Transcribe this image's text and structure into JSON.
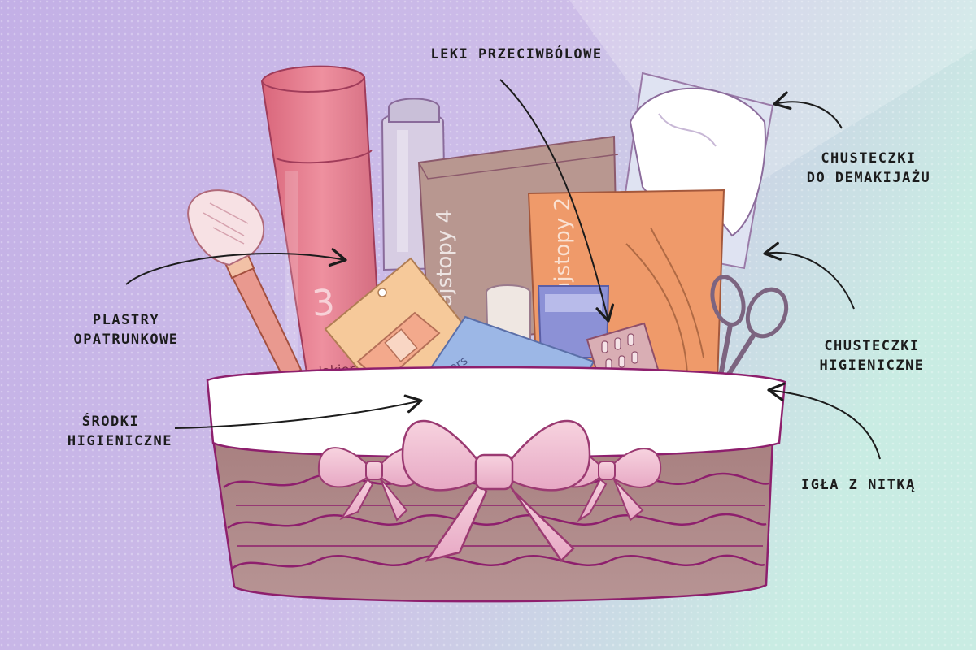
{
  "labels": {
    "painkillers": "LEKI PRZECIWBÓLOWE",
    "makeup_wipes": [
      "CHUSTECZKI",
      "DO DEMAKIJAŻU"
    ],
    "plasters": [
      "PLASTRY",
      "OPATRUNKOWE"
    ],
    "tissues": [
      "CHUSTECZKI",
      "HIGIENICZNE"
    ],
    "hygiene_products": [
      "ŚRODKI",
      "HIGIENICZNE"
    ],
    "needle_thread": "IGŁA Z NITKĄ"
  },
  "package_text": {
    "hairspray_brand": "lakier",
    "hairspray_number": "3",
    "tights_box_back": "Rajstopy 4",
    "tights_box_front": "Rajstopy 2",
    "pad_pack": "Uniwers"
  },
  "colors": {
    "bg_left": "#c3b0e6",
    "bg_right": "#c9ece3",
    "basket": "#a67e7f",
    "basket_lines": "#8e1f6d",
    "bow": "#f2c0d2",
    "spray": "#e57f90",
    "box_back": "#b89790",
    "box_front": "#ef9a6a",
    "pads": "#9cb7e6",
    "blister": "#d9aeb4",
    "arrow": "#1c1c1c"
  }
}
